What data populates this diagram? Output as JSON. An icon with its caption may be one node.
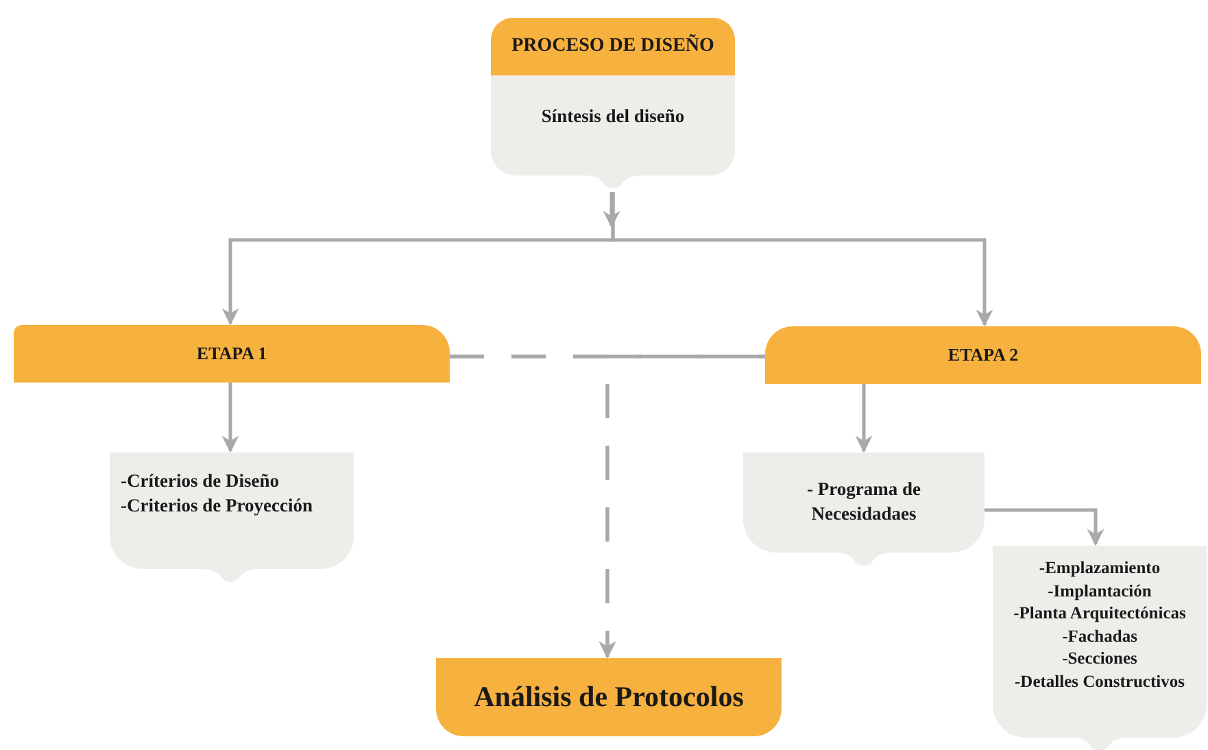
{
  "diagram": {
    "nodes": [
      {
        "text": [
          "PROCESO DE DISEÑO",
          "Síntesis del diseño"
        ]
      },
      {
        "text": [
          "ETAPA 1"
        ]
      },
      {
        "text": [
          "ETAPA 2"
        ]
      },
      {
        "text": [
          "-Críterios de Diseño",
          "-Criterios de Proyección"
        ]
      },
      {
        "text": [
          "- Programa de Necesidadaes"
        ]
      },
      {
        "text": [
          "-Emplazamiento",
          "-Implantación",
          "-Planta Arquitectónicas",
          "-Fachadas",
          "-Secciones",
          "-Detalles Constructivos"
        ]
      },
      {
        "text": [
          "Análisis de Protocolos"
        ]
      }
    ],
    "edges": [
      {
        "from": 0,
        "to": 1,
        "arrow": "to"
      },
      {
        "from": 0,
        "to": 2,
        "arrow": "to"
      },
      {
        "from": 1,
        "to": 3,
        "arrow": "to"
      },
      {
        "from": 2,
        "to": 4,
        "arrow": "to"
      },
      {
        "from": 4,
        "to": 5,
        "arrow": "to"
      },
      {
        "from": 1,
        "to": 2,
        "arrow": "none",
        "style": "dashed"
      },
      {
        "from": 1,
        "to": 6,
        "arrow": "to",
        "style": "dashed"
      },
      {
        "from": 2,
        "to": 6,
        "arrow": "to",
        "style": "dashed"
      }
    ]
  }
}
